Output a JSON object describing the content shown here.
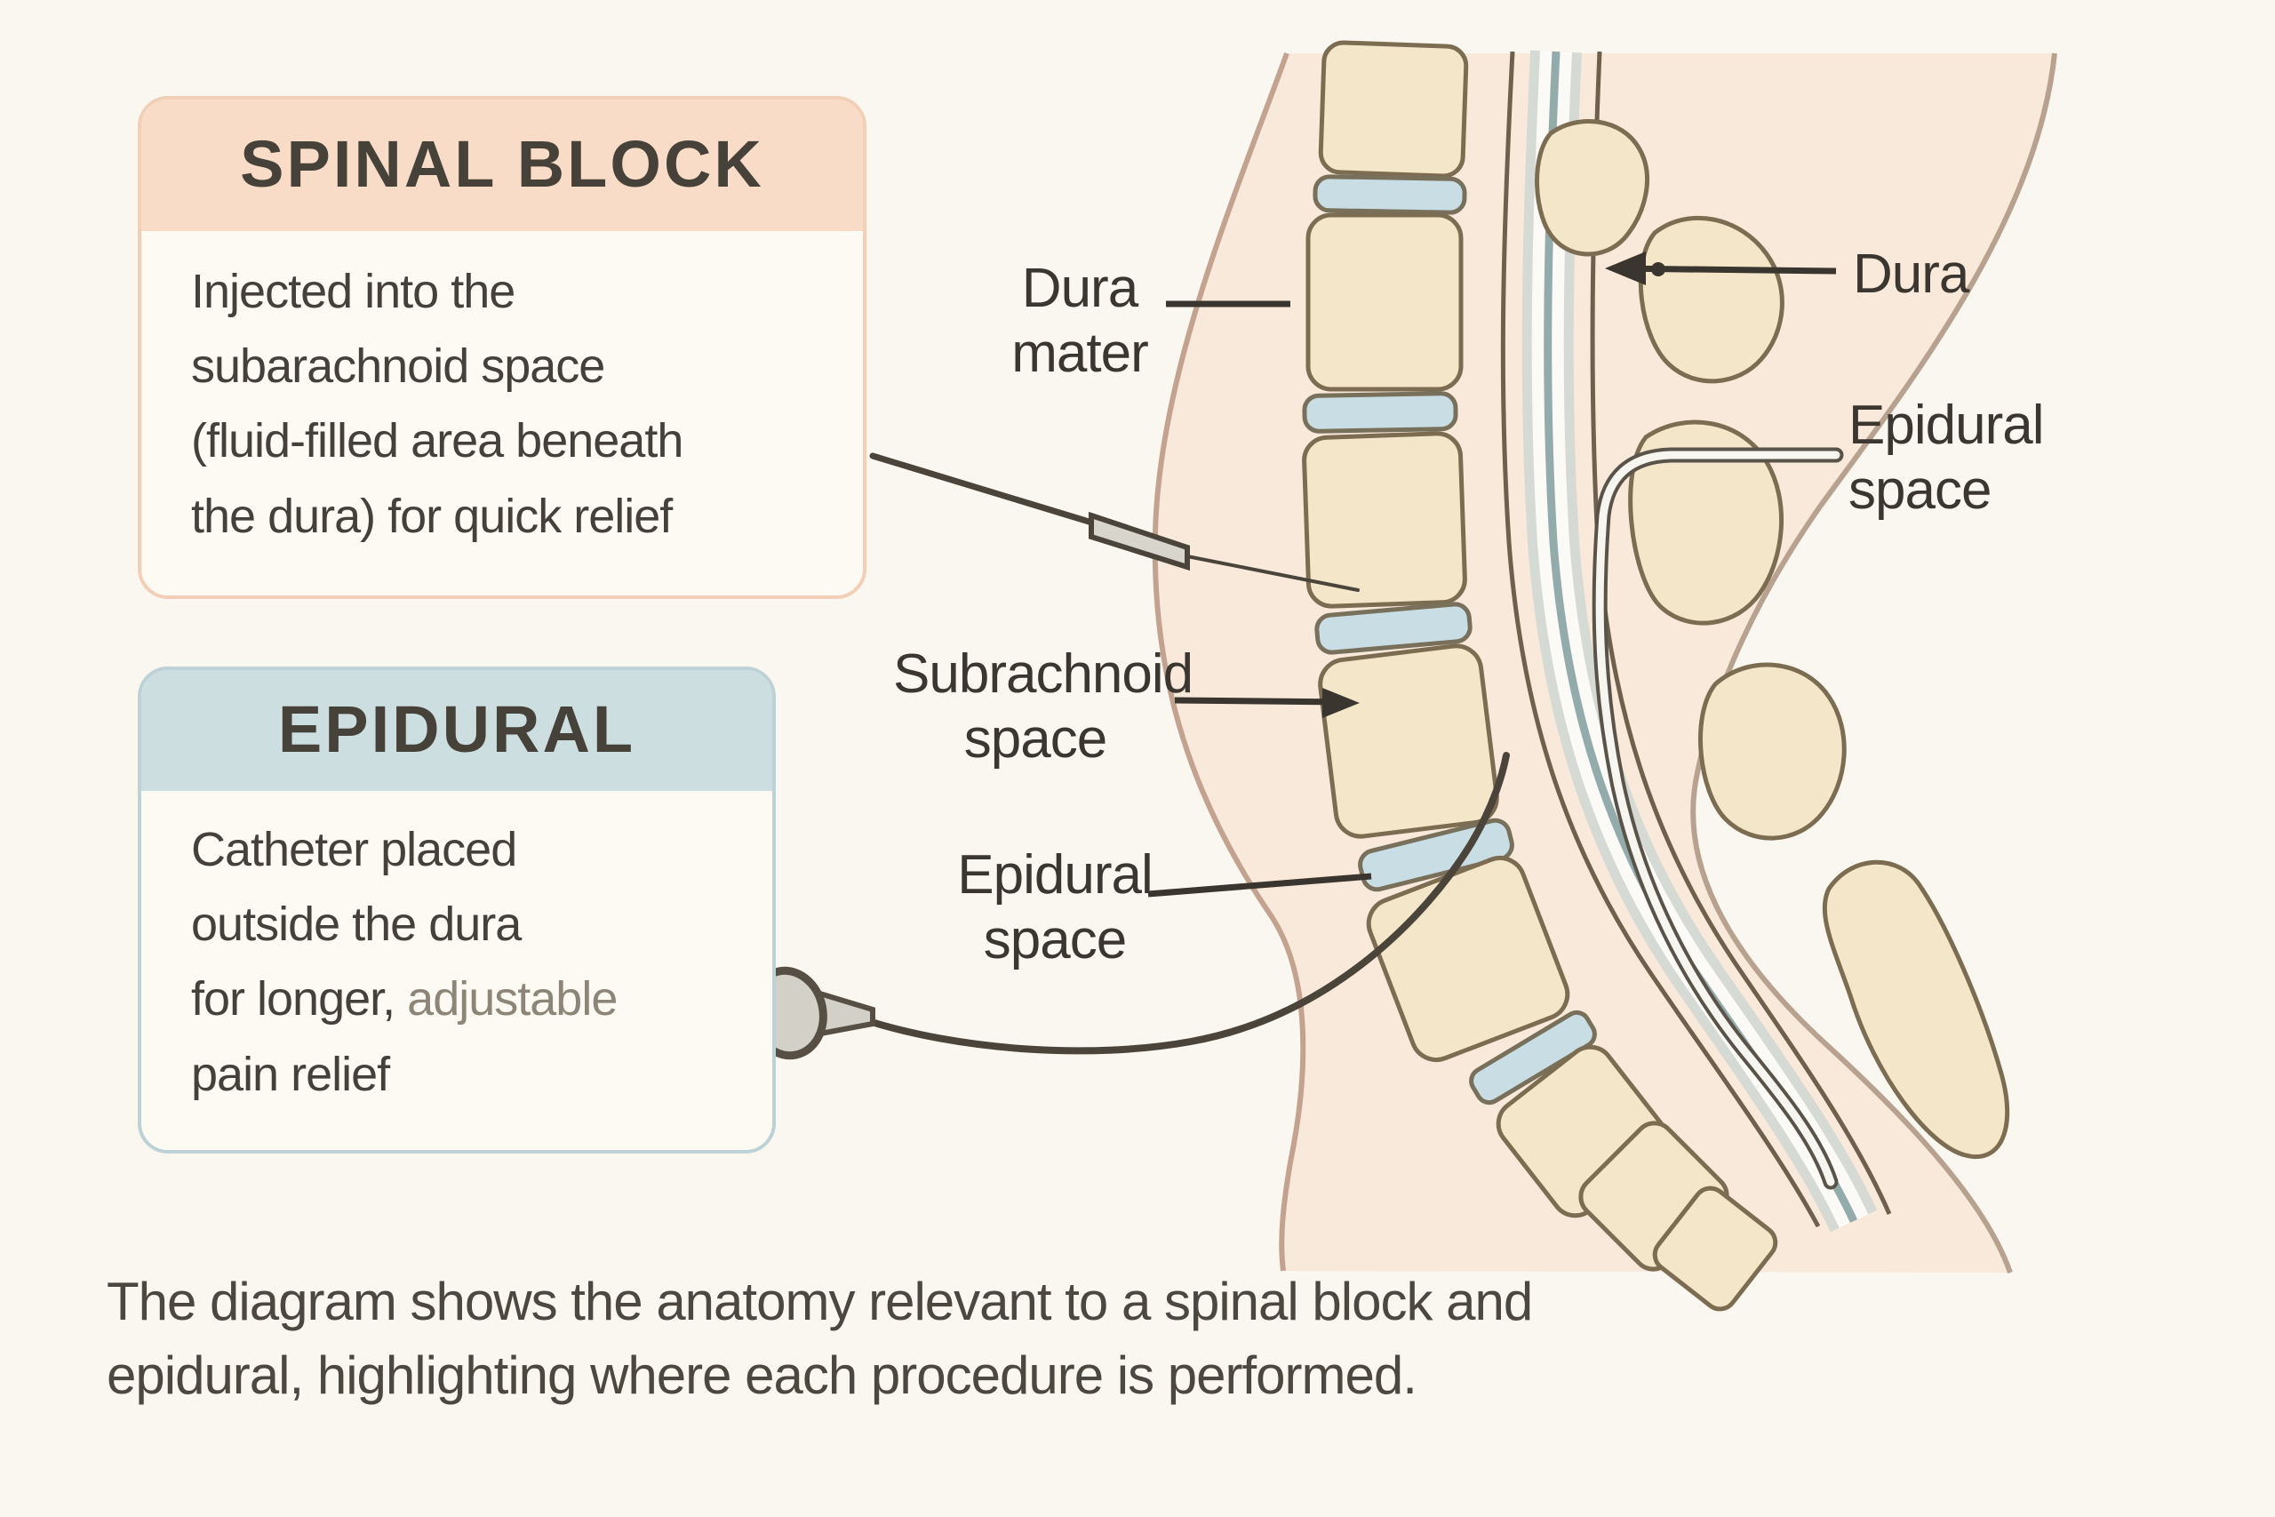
{
  "cards": {
    "spinal_block": {
      "title": "SPINAL BLOCK",
      "description": "Injected into the\nsubarachnoid space\n(fluid-filled area beneath\nthe dura) for quick relief",
      "header_color": "#f8dcc7",
      "border_color": "#f2cfb6"
    },
    "epidural": {
      "title": "EPIDURAL",
      "description_before": "Catheter placed\noutside the dura\nfor longer, ",
      "description_highlight": "adjustable",
      "description_after": "\npain relief",
      "highlight_color": "#8c8578",
      "header_color": "#cddee1",
      "border_color": "#bcd2d6"
    }
  },
  "labels": {
    "dura_mater": "Dura\nmater",
    "dura_right": "Dura",
    "epidural_space_right": "Epidural\nspace",
    "subarachnoid_space": "Subrachnoid\nspace",
    "epidural_space_left": "Epidural\nspace"
  },
  "caption": "The diagram shows the anatomy relevant to a spinal block and\nepidural, highlighting where each procedure is performed.",
  "colors": {
    "background": "#faf7f0",
    "card_body": "#fdfaf3",
    "text_dark": "#45413a",
    "skin_fill": "#f8e9da",
    "skin_line": "#c3a28f",
    "bone_fill": "#f3e6c9",
    "bone_outline": "#7c6c52",
    "disc_fill": "#c9dde5",
    "dura_gray": "#d6dad4",
    "dura_teal": "#93abab",
    "instrument_dark": "#4a443b",
    "leader_line": "#3a352e"
  }
}
